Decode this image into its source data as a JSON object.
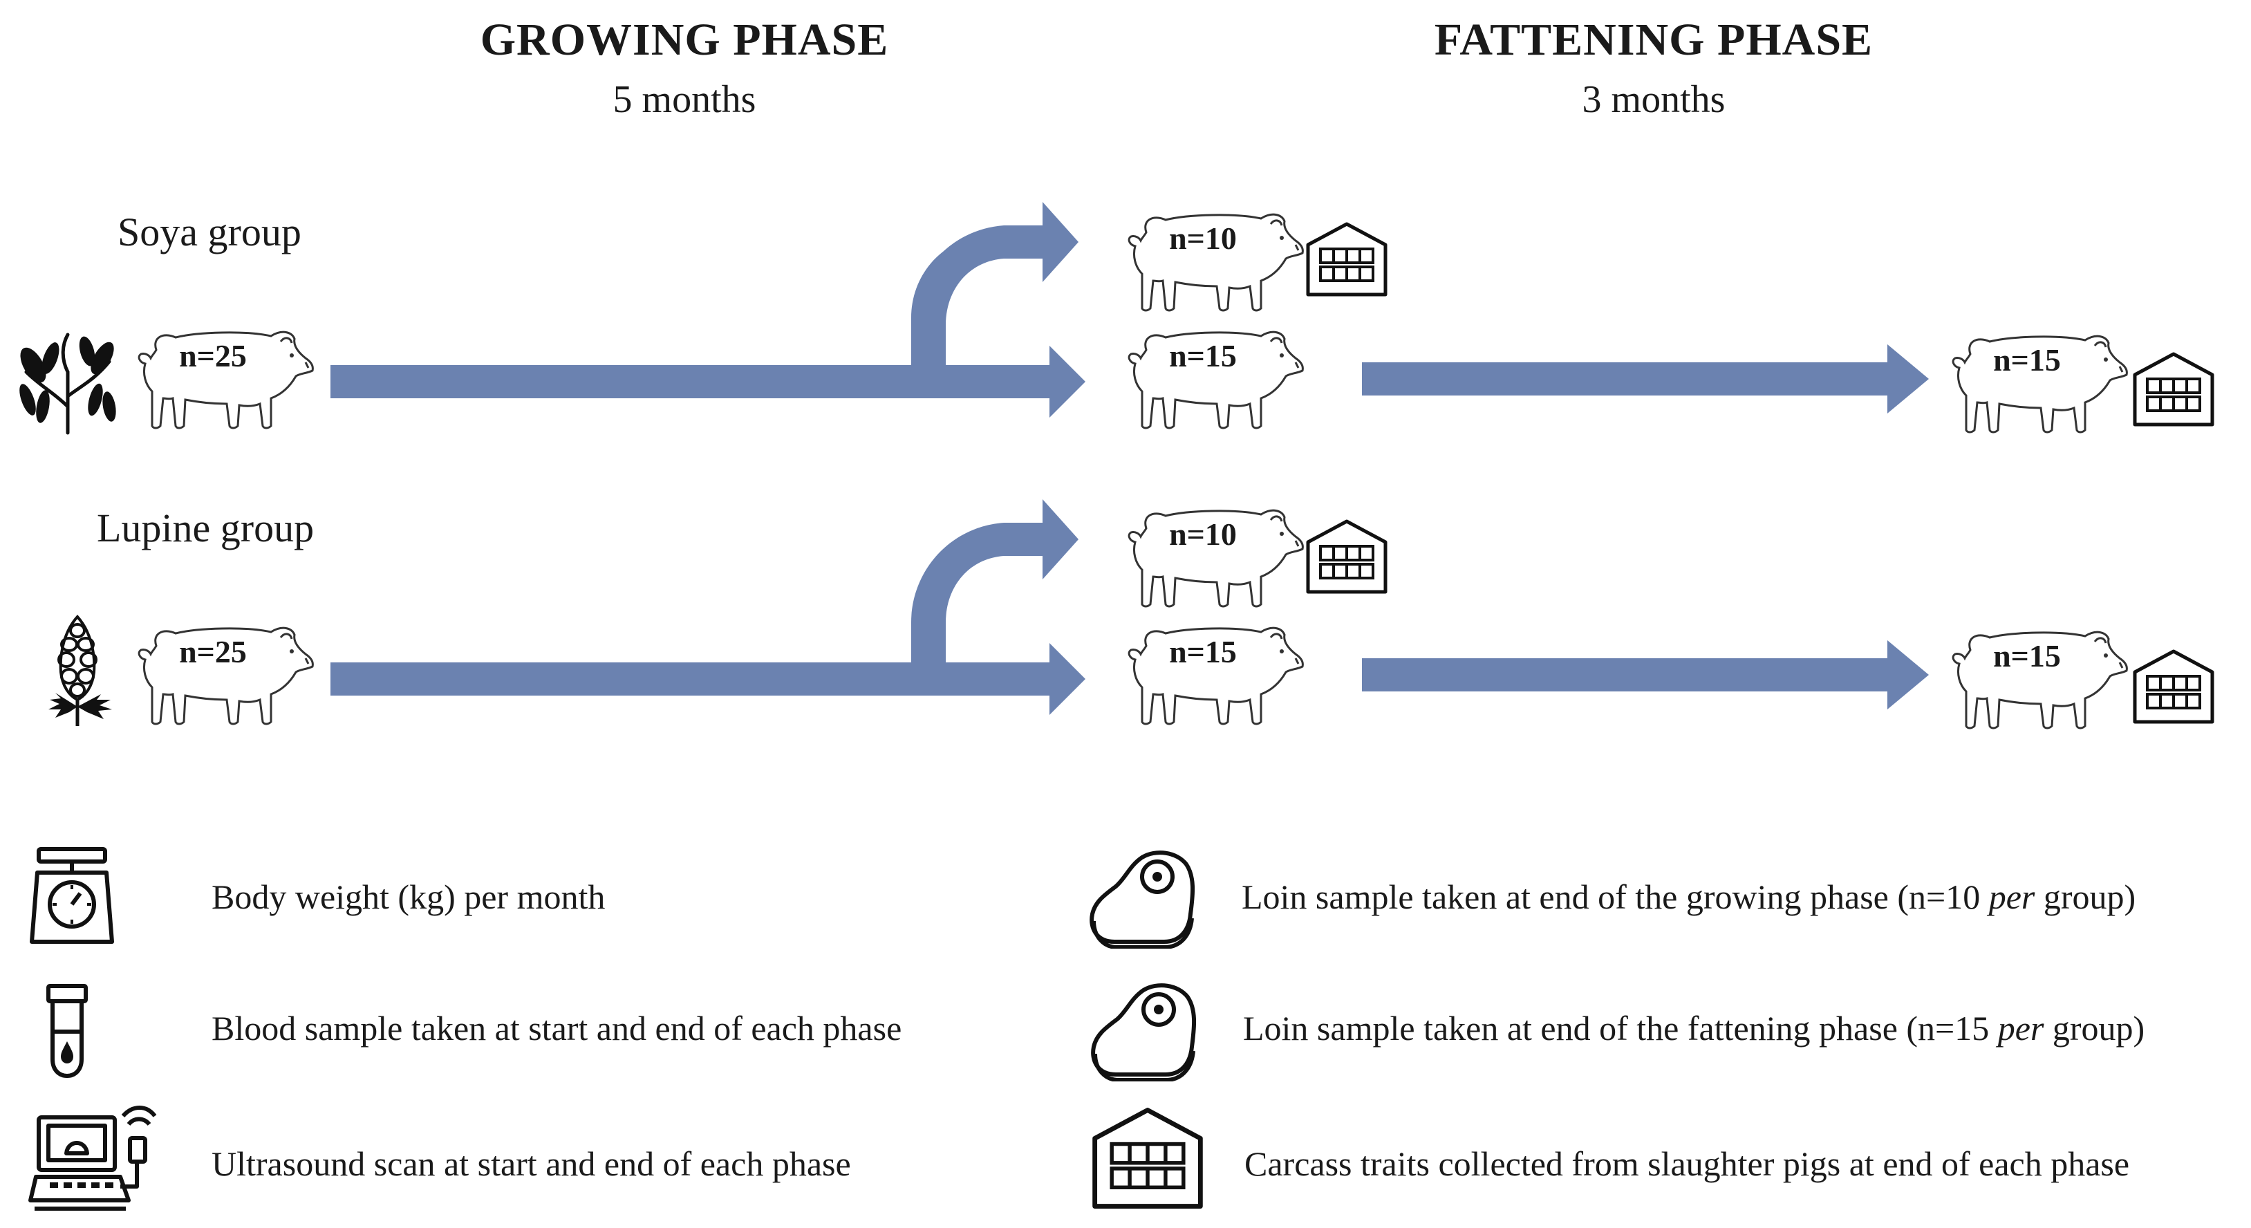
{
  "phases": {
    "growing": {
      "title": "GROWING PHASE",
      "duration": "5 months"
    },
    "fattening": {
      "title": "FATTENING PHASE",
      "duration": "3 months"
    }
  },
  "groups": {
    "soya": {
      "label": "Soya group",
      "start_n": "n=25",
      "growing_slaughter_n": "n=10",
      "growing_continue_n": "n=15",
      "fattening_end_n": "n=15"
    },
    "lupine": {
      "label": "Lupine group",
      "start_n": "n=25",
      "growing_slaughter_n": "n=10",
      "growing_continue_n": "n=15",
      "fattening_end_n": "n=15"
    }
  },
  "legend": {
    "body_weight": {
      "icon": "scale-icon",
      "text": "Body weight (kg) per month"
    },
    "blood": {
      "icon": "blood-tube-icon",
      "text": "Blood sample taken at start and end of each phase"
    },
    "ultrasound": {
      "icon": "ultrasound-icon",
      "text": "Ultrasound scan at start and end of each phase"
    },
    "loin_growing": {
      "icon": "loin-icon",
      "text_before": "Loin sample taken at end of the growing phase (n=10 ",
      "text_italic": "per",
      "text_after": " group)"
    },
    "loin_fattening": {
      "icon": "loin-icon",
      "text_before": "Loin sample taken at end of the fattening phase (n=15 ",
      "text_italic": "per",
      "text_after": " group)"
    },
    "carcass": {
      "icon": "slaughterhouse-icon",
      "text": "Carcass traits collected from slaughter pigs at end of each phase"
    }
  },
  "colors": {
    "arrow": "#6b82b0",
    "outline": "#222222"
  }
}
